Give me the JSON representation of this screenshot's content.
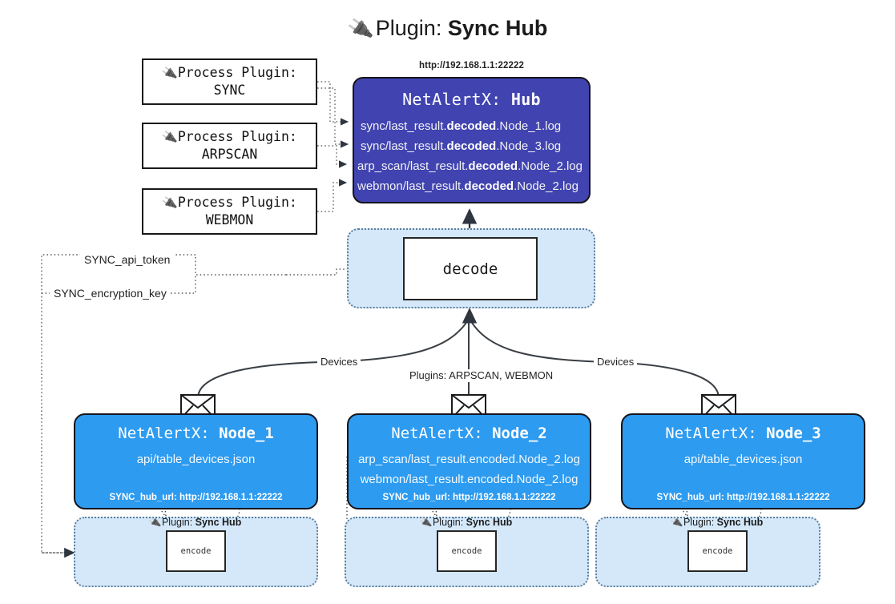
{
  "title": {
    "icon": "plug-icon",
    "lead": "Plugin:",
    "strong": "Sync Hub"
  },
  "process_plugins": [
    {
      "icon": "plug-icon",
      "line1": "Process Plugin:",
      "line2": "SYNC"
    },
    {
      "icon": "plug-icon",
      "line1": "Process Plugin:",
      "line2": "ARPSCAN"
    },
    {
      "icon": "plug-icon",
      "line1": "Process Plugin:",
      "line2": "WEBMON"
    }
  ],
  "hub": {
    "url": "http://192.168.1.1:22222",
    "app": "NetAlertX:",
    "name": "Hub",
    "rows": [
      {
        "pre": "sync/last_result.",
        "mid": "decoded",
        "post": ".Node_1.log"
      },
      {
        "pre": "sync/last_result.",
        "mid": "decoded",
        "post": ".Node_3.log"
      },
      {
        "pre": "arp_scan/last_result.",
        "mid": "decoded",
        "post": ".Node_2.log"
      },
      {
        "pre": "webmon/last_result.",
        "mid": "decoded",
        "post": ".Node_2.log"
      }
    ]
  },
  "decode": {
    "label": "decode"
  },
  "secrets": {
    "api_token": "SYNC_api_token",
    "encryption_key": "SYNC_encryption_key"
  },
  "edge_labels": {
    "devices_left": "Devices",
    "devices_right": "Devices",
    "plugins_center": "Plugins: ARPSCAN, WEBMON"
  },
  "nodes": [
    {
      "app": "NetAlertX:",
      "name": "Node_1",
      "icon": "envelope-icon",
      "lines": [
        "api/table_devices.json"
      ],
      "hub_url_label": "SYNC_hub_url: http://192.168.1.1:22222"
    },
    {
      "app": "NetAlertX:",
      "name": "Node_2",
      "icon": "envelope-icon",
      "lines": [
        "arp_scan/last_result.encoded.Node_2.log",
        "webmon/last_result.encoded.Node_2.log"
      ],
      "hub_url_label": "SYNC_hub_url: http://192.168.1.1:22222"
    },
    {
      "app": "NetAlertX:",
      "name": "Node_3",
      "icon": "envelope-icon",
      "lines": [
        "api/table_devices.json"
      ],
      "hub_url_label": "SYNC_hub_url: http://192.168.1.1:22222"
    }
  ],
  "encoders": [
    {
      "icon": "plug-icon",
      "cap_lead": "Plugin:",
      "cap_strong": "Sync Hub",
      "label": "encode"
    },
    {
      "icon": "plug-icon",
      "cap_lead": "Plugin:",
      "cap_strong": "Sync Hub",
      "label": "encode"
    },
    {
      "icon": "plug-icon",
      "cap_lead": "Plugin:",
      "cap_strong": "Sync Hub",
      "label": "encode"
    }
  ],
  "colors": {
    "hub_fill": "#4144b0",
    "node_fill": "#2d9bf0",
    "cluster_fill": "#d4e8fa",
    "cluster_border": "#5a7d99",
    "stroke": "#2b2b2b"
  }
}
